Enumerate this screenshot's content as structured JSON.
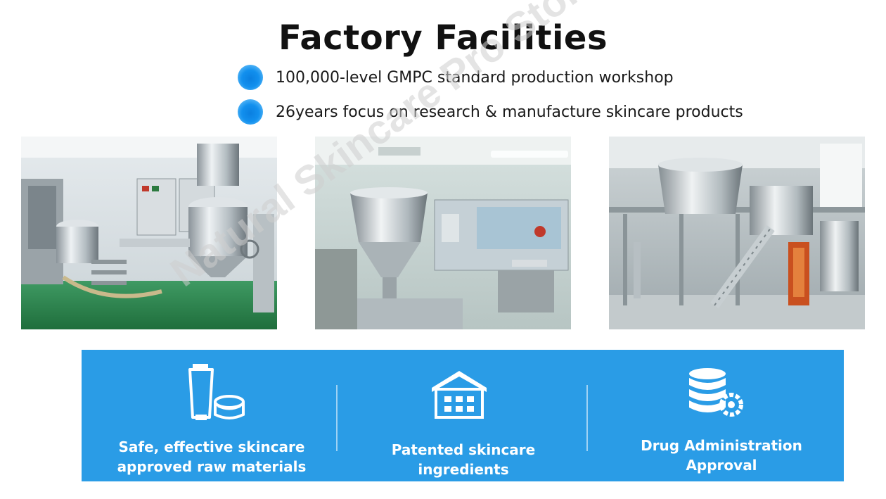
{
  "header": {
    "title": "Factory Facilities",
    "bullets": [
      "100,000-level GMPC standard production workshop",
      "26years focus on research & manufacture skincare products"
    ]
  },
  "features": [
    {
      "icon": "tube-jar-icon",
      "line1": "Safe, effective skincare",
      "line2": "approved raw materials"
    },
    {
      "icon": "warehouse-icon",
      "line1": "Patented skincare",
      "line2": "ingredients"
    },
    {
      "icon": "database-gear-icon",
      "line1": "Drug Administration",
      "line2": "Approval"
    }
  ],
  "watermark": "Natural Skincare Pro Store",
  "colors": {
    "band": "#2a9ce6",
    "bullet": "#1290ee",
    "title": "#111111"
  }
}
